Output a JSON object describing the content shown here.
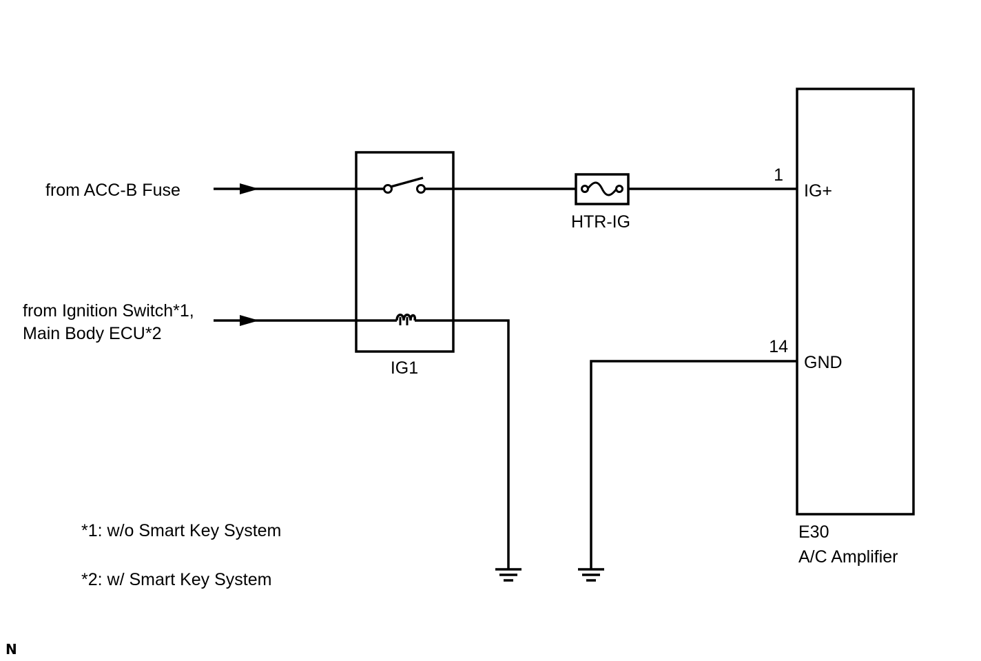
{
  "inputs": {
    "acc_b": "from ACC-B Fuse",
    "ignition_line1": "from Ignition Switch*1,",
    "ignition_line2": "Main Body ECU*2"
  },
  "relay": {
    "label": "IG1"
  },
  "fuse": {
    "label": "HTR-IG"
  },
  "amplifier": {
    "code": "E30",
    "name": "A/C Amplifier",
    "pins": [
      {
        "number": "1",
        "name": "IG+"
      },
      {
        "number": "14",
        "name": "GND"
      }
    ]
  },
  "notes": [
    "*1: w/o Smart Key System",
    "*2: w/ Smart Key System"
  ],
  "corner_mark": "N"
}
